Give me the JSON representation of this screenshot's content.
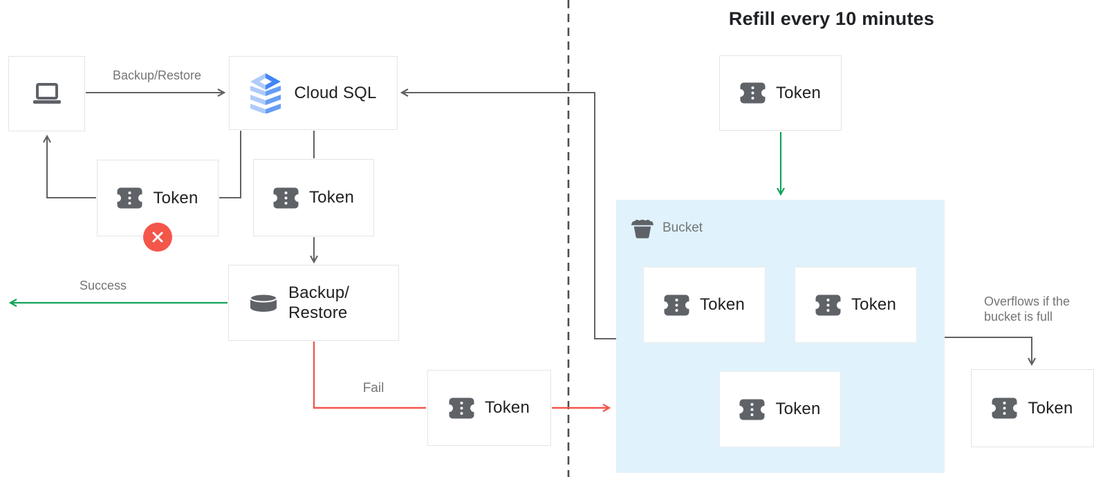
{
  "title": "Refill every 10 minutes",
  "nodes": {
    "client": {
      "icon": "laptop-icon"
    },
    "cloud_sql": {
      "label": "Cloud SQL",
      "icon": "cloud-sql-icon"
    },
    "token_denied": {
      "label": "Token",
      "icon": "token-icon",
      "badge": "error-x-badge"
    },
    "token_request": {
      "label": "Token",
      "icon": "token-icon"
    },
    "backup_restore": {
      "line1": "Backup/",
      "line2": "Restore",
      "icon": "database-icon"
    },
    "token_fail": {
      "label": "Token",
      "icon": "token-icon"
    },
    "token_refill": {
      "label": "Token",
      "icon": "token-icon"
    },
    "bucket": {
      "label": "Bucket",
      "icon": "bucket-icon",
      "tokens": [
        {
          "label": "Token"
        },
        {
          "label": "Token"
        },
        {
          "label": "Token"
        }
      ]
    },
    "token_overflow": {
      "label": "Token",
      "icon": "token-icon"
    }
  },
  "edge_labels": {
    "backup_restore": "Backup/Restore",
    "success": "Success",
    "fail": "Fail",
    "overflow_line1": "Overflows if the",
    "overflow_line2": "bucket is full"
  },
  "colors": {
    "arrow": "#616161",
    "success": "#12a258",
    "fail": "#f4564a",
    "error_badge": "#f4564a",
    "bucket_fill": "#e0f2fc",
    "label": "#757575",
    "icon_gray": "#5f6368",
    "divider": "#4d4d4d",
    "sql_light": "#aecbfa",
    "sql_mid": "#669df6",
    "sql_dark": "#4285f4"
  }
}
